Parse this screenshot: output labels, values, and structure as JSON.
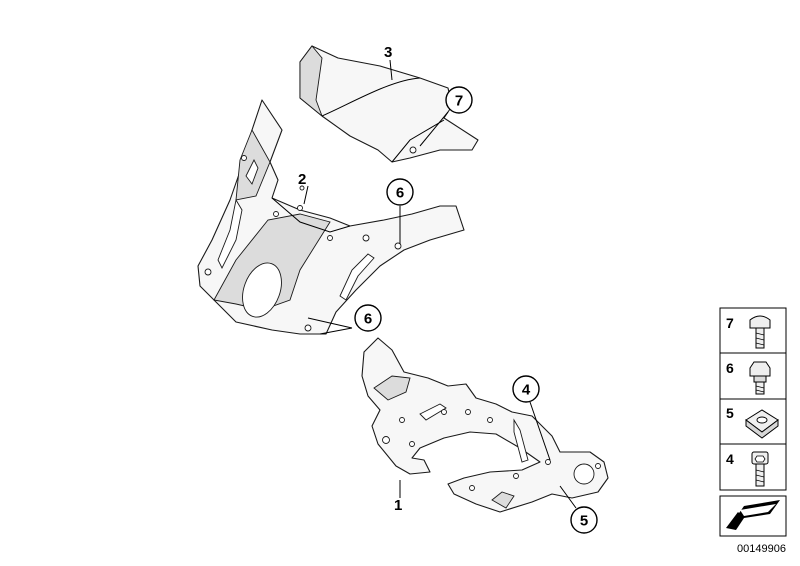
{
  "diagram": {
    "callouts": [
      {
        "id": "c1",
        "label": "1",
        "circled": false
      },
      {
        "id": "c2",
        "label": "2",
        "circled": false
      },
      {
        "id": "c3",
        "label": "3",
        "circled": false
      },
      {
        "id": "c4",
        "label": "4",
        "circled": true
      },
      {
        "id": "c5",
        "label": "5",
        "circled": true
      },
      {
        "id": "c6a",
        "label": "6",
        "circled": true
      },
      {
        "id": "c6b",
        "label": "6",
        "circled": true
      },
      {
        "id": "c7",
        "label": "7",
        "circled": true
      }
    ],
    "legend": [
      {
        "label": "7",
        "icon": "pan-head-screw-icon"
      },
      {
        "label": "6",
        "icon": "collar-screw-icon"
      },
      {
        "label": "5",
        "icon": "clip-nut-icon"
      },
      {
        "label": "4",
        "icon": "hex-socket-screw-icon"
      }
    ],
    "drawing_id": "00149906"
  }
}
